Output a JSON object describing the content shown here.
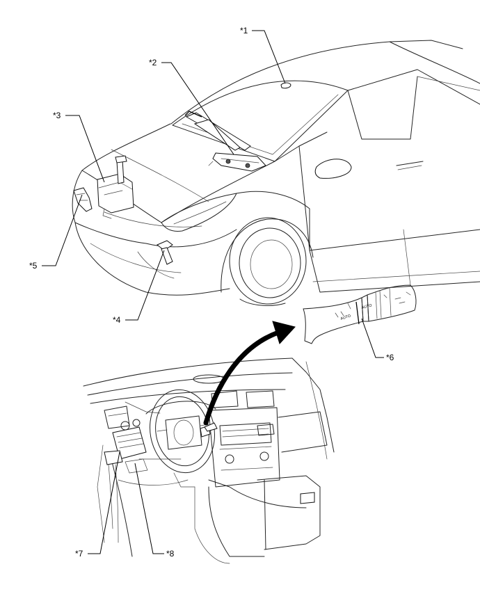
{
  "callouts": [
    {
      "id": "c1",
      "label": "*1"
    },
    {
      "id": "c2",
      "label": "*2"
    },
    {
      "id": "c3",
      "label": "*3"
    },
    {
      "id": "c4",
      "label": "*4"
    },
    {
      "id": "c5",
      "label": "*5"
    },
    {
      "id": "c6",
      "label": "*6"
    },
    {
      "id": "c7",
      "label": "*7"
    },
    {
      "id": "c8",
      "label": "*8"
    }
  ],
  "switch_markings": {
    "auto_upper": "AUTO",
    "auto_lower": "AUTO"
  }
}
